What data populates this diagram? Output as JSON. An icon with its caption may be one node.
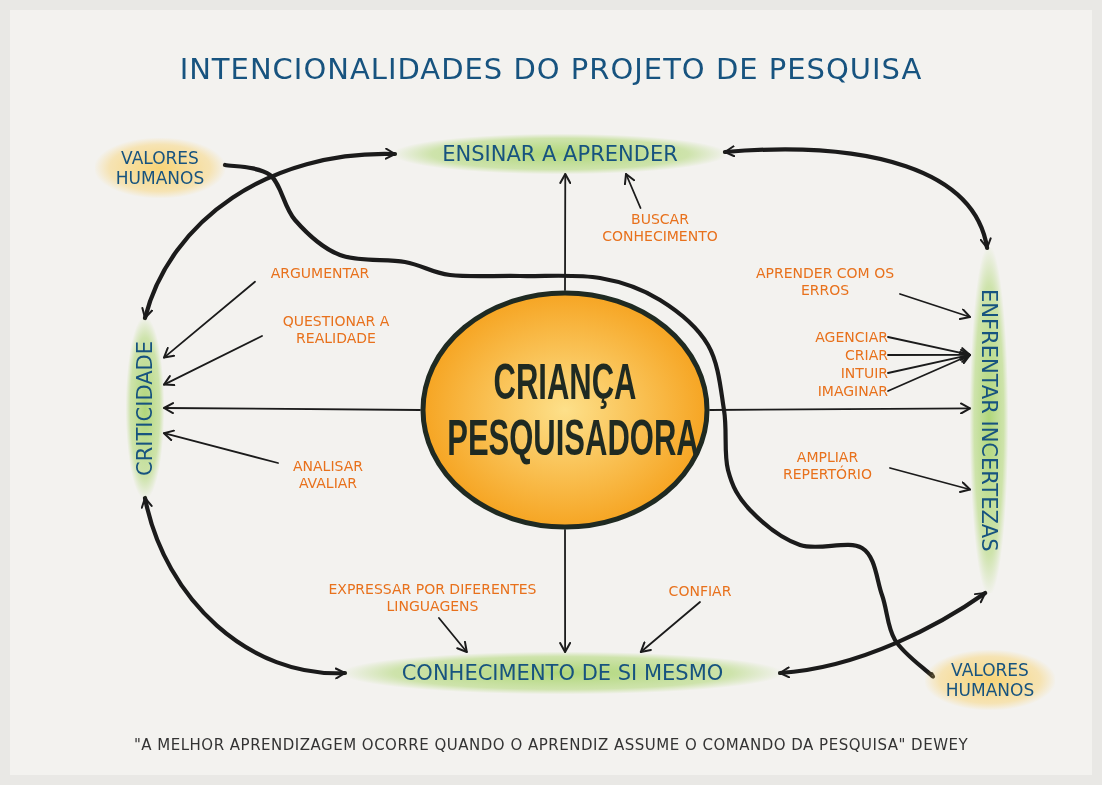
{
  "diagram": {
    "title": "INTENCIONALIDADES DO PROJETO DE PESQUISA",
    "caption": "\"A MELHOR APRENDIZAGEM OCORRE QUANDO O APRENDIZ ASSUME O COMANDO DA PESQUISA\" DEWEY",
    "nodes": [
      {
        "text": [
          "CRIANÇA PESQUISADORA"
        ]
      },
      {
        "text": [
          "ENSINAR A APRENDER"
        ]
      },
      {
        "text": [
          "CRITICIDADE"
        ]
      },
      {
        "text": [
          "ENFRENTAR INCERTEZAS"
        ]
      },
      {
        "text": [
          "CONHECIMENTO DE SI MESMO"
        ]
      },
      {
        "text": [
          "VALORES HUMANOS"
        ]
      },
      {
        "text": [
          "VALORES HUMANOS"
        ]
      },
      {
        "text": [
          "BUSCAR CONHECIMENTO"
        ]
      },
      {
        "text": [
          "ARGUMENTAR"
        ]
      },
      {
        "text": [
          "QUESTIONAR A REALIDADE"
        ]
      },
      {
        "text": [
          "ANALISAR AVALIAR"
        ]
      },
      {
        "text": [
          "APRENDER COM OS ERROS"
        ]
      },
      {
        "text": [
          "AGENCIAR"
        ]
      },
      {
        "text": [
          "CRIAR"
        ]
      },
      {
        "text": [
          "INTUIR"
        ]
      },
      {
        "text": [
          "IMAGINAR"
        ]
      },
      {
        "text": [
          "AMPLIAR REPERTÓRIO"
        ]
      },
      {
        "text": [
          "EXPRESSAR POR DIFERENTES LINGUAGENS"
        ]
      },
      {
        "text": [
          "CONFIAR"
        ]
      }
    ],
    "edges": [
      {
        "from": 0,
        "to": 1,
        "arrow": "to"
      },
      {
        "from": 0,
        "to": 2,
        "arrow": "to"
      },
      {
        "from": 0,
        "to": 3,
        "arrow": "to"
      },
      {
        "from": 0,
        "to": 4,
        "arrow": "to"
      },
      {
        "from": 2,
        "to": 1,
        "arrow": "both",
        "style": "thick"
      },
      {
        "from": 1,
        "to": 3,
        "arrow": "both",
        "style": "thick"
      },
      {
        "from": 2,
        "to": 4,
        "arrow": "both",
        "style": "thick"
      },
      {
        "from": 4,
        "to": 3,
        "arrow": "both",
        "style": "thick"
      },
      {
        "from": 5,
        "to": 6,
        "arrow": "none",
        "style": "thick"
      },
      {
        "from": 7,
        "to": 1,
        "arrow": "to"
      },
      {
        "from": 8,
        "to": 2,
        "arrow": "to"
      },
      {
        "from": 9,
        "to": 2,
        "arrow": "to"
      },
      {
        "from": 10,
        "to": 2,
        "arrow": "to"
      },
      {
        "from": 11,
        "to": 3,
        "arrow": "to"
      },
      {
        "from": 12,
        "to": 3,
        "arrow": "to"
      },
      {
        "from": 13,
        "to": 3,
        "arrow": "to"
      },
      {
        "from": 14,
        "to": 3,
        "arrow": "to"
      },
      {
        "from": 15,
        "to": 3,
        "arrow": "to"
      },
      {
        "from": 16,
        "to": 3,
        "arrow": "to"
      },
      {
        "from": 17,
        "to": 4,
        "arrow": "to"
      },
      {
        "from": 18,
        "to": 4,
        "arrow": "to"
      }
    ]
  }
}
